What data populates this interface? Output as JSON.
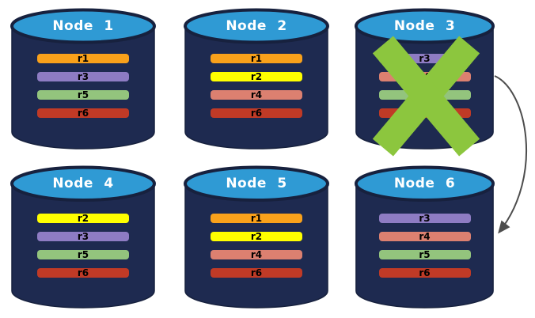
{
  "palette": {
    "canvas-bg": "#ffffff",
    "node-body": "#1E2A50",
    "node-outline": "#17213E",
    "node-top": "#2F9AD4",
    "label-text": "#ffffff",
    "bar-text": "#000000",
    "fail-x": "#8CC63E",
    "arrow": "#4D4D4D"
  },
  "diagram": {
    "description": "Six database nodes holding replicas r1-r6; Node 3 is failed (green X) and its replicas move to Node 6",
    "connector": {
      "from": "Node 3",
      "to": "Node 6"
    },
    "nodes": [
      {
        "label": "Node 1",
        "failed": false,
        "replicas": [
          {
            "name": "r1",
            "color": "#F9A11B"
          },
          {
            "name": "r3",
            "color": "#8E7CC3"
          },
          {
            "name": "r5",
            "color": "#93C47D"
          },
          {
            "name": "r6",
            "color": "#C03A26"
          }
        ]
      },
      {
        "label": "Node 2",
        "failed": false,
        "replicas": [
          {
            "name": "r1",
            "color": "#F9A11B"
          },
          {
            "name": "r2",
            "color": "#FFFF00"
          },
          {
            "name": "r4",
            "color": "#DC8070"
          },
          {
            "name": "r6",
            "color": "#C03A26"
          }
        ]
      },
      {
        "label": "Node 3",
        "failed": true,
        "replicas": [
          {
            "name": "r3",
            "color": "#8E7CC3"
          },
          {
            "name": "r4",
            "color": "#DC8070"
          },
          {
            "name": "r5",
            "color": "#93C47D"
          },
          {
            "name": "r6",
            "color": "#C03A26"
          }
        ]
      },
      {
        "label": "Node 4",
        "failed": false,
        "replicas": [
          {
            "name": "r2",
            "color": "#FFFF00"
          },
          {
            "name": "r3",
            "color": "#8E7CC3"
          },
          {
            "name": "r5",
            "color": "#93C47D"
          },
          {
            "name": "r6",
            "color": "#C03A26"
          }
        ]
      },
      {
        "label": "Node 5",
        "failed": false,
        "replicas": [
          {
            "name": "r1",
            "color": "#F9A11B"
          },
          {
            "name": "r2",
            "color": "#FFFF00"
          },
          {
            "name": "r4",
            "color": "#DC8070"
          },
          {
            "name": "r6",
            "color": "#C03A26"
          }
        ]
      },
      {
        "label": "Node 6",
        "failed": false,
        "replicas": [
          {
            "name": "r3",
            "color": "#8E7CC3"
          },
          {
            "name": "r4",
            "color": "#DC8070"
          },
          {
            "name": "r5",
            "color": "#93C47D"
          },
          {
            "name": "r6",
            "color": "#C03A26"
          }
        ]
      }
    ]
  }
}
